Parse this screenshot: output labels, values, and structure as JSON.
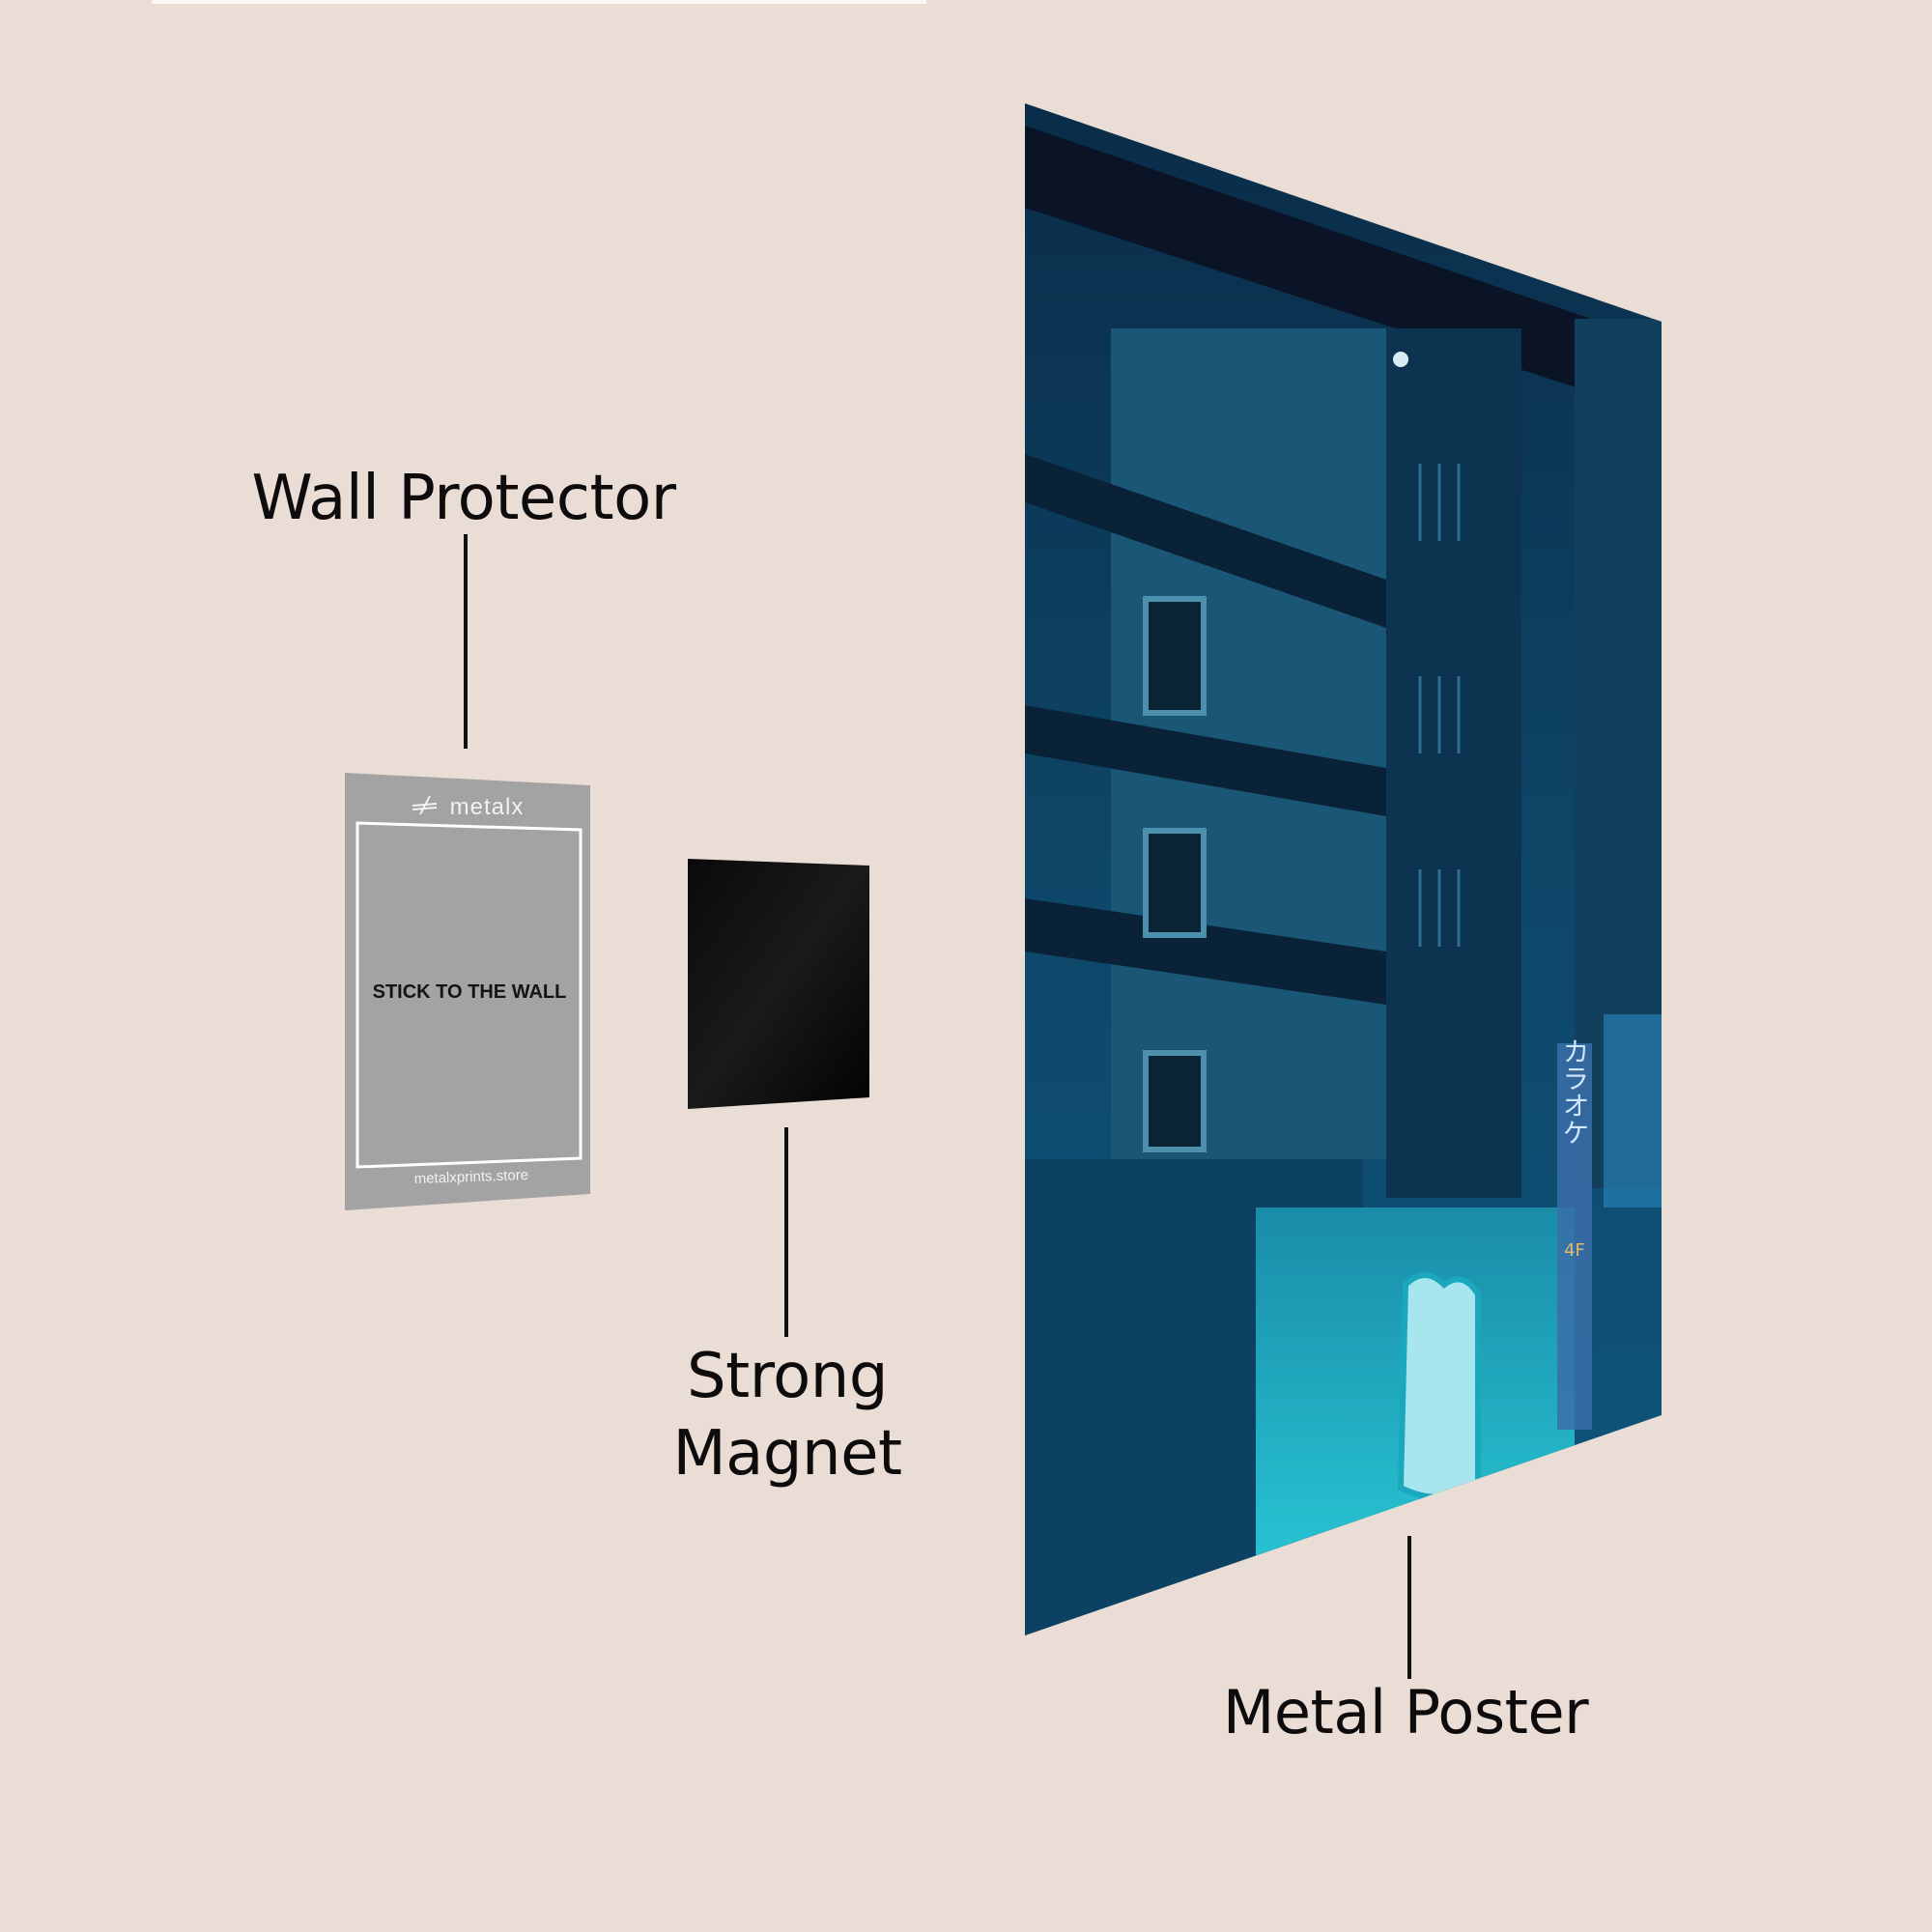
{
  "labels": {
    "wall_protector": "Wall Protector",
    "strong_magnet_line1": "Strong",
    "strong_magnet_line2": "Magnet",
    "metal_poster": "Metal Poster"
  },
  "wall_protector_card": {
    "brand": "metalx",
    "instruction": "STICK TO THE WALL",
    "website": "metalxprints.store",
    "color": "#a3a3a3"
  },
  "magnet": {
    "color": "#050505"
  },
  "poster": {
    "signage_text": "カラオケ",
    "floor_text": "4F",
    "colors": {
      "dark": "#0b1a2e",
      "mid": "#0f4a6e",
      "neon": "#22c6d6"
    }
  },
  "colors": {
    "background": "#e9ddd5",
    "text": "#0d0b0b"
  }
}
